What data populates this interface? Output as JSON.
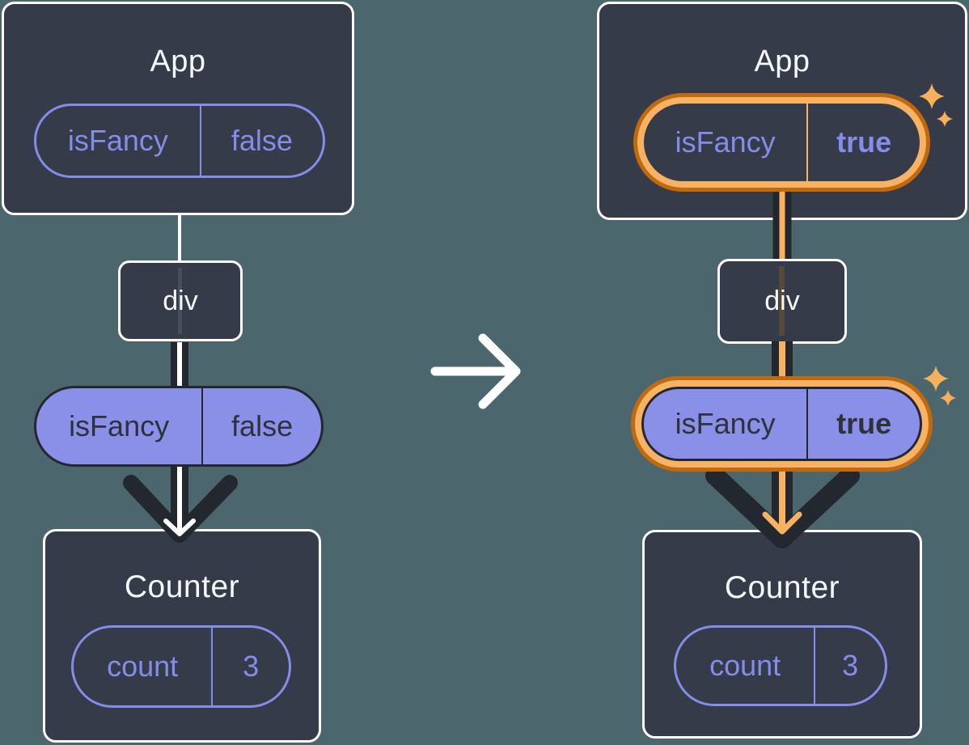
{
  "colors": {
    "background": "#4C666E",
    "node_fill": "#353B48",
    "node_border": "#FFFFFF",
    "purple_stroke": "#858CE9",
    "purple_fill": "#8A8FE8",
    "dark_stroke": "#23272F",
    "dark_text": "#2D323C",
    "orange_dark": "#C1690F",
    "orange_light": "#F8B263",
    "sparkle": "#F6B05C",
    "arrow_white": "#FFFFFF"
  },
  "before": {
    "app": {
      "title": "App",
      "prop": {
        "name": "isFancy",
        "value": "false"
      }
    },
    "div": {
      "label": "div"
    },
    "passed_prop": {
      "name": "isFancy",
      "value": "false"
    },
    "counter": {
      "title": "Counter",
      "state": {
        "name": "count",
        "value": "3"
      }
    }
  },
  "after": {
    "app": {
      "title": "App",
      "prop": {
        "name": "isFancy",
        "value": "true"
      }
    },
    "div": {
      "label": "div"
    },
    "passed_prop": {
      "name": "isFancy",
      "value": "true"
    },
    "counter": {
      "title": "Counter",
      "state": {
        "name": "count",
        "value": "3"
      }
    }
  }
}
